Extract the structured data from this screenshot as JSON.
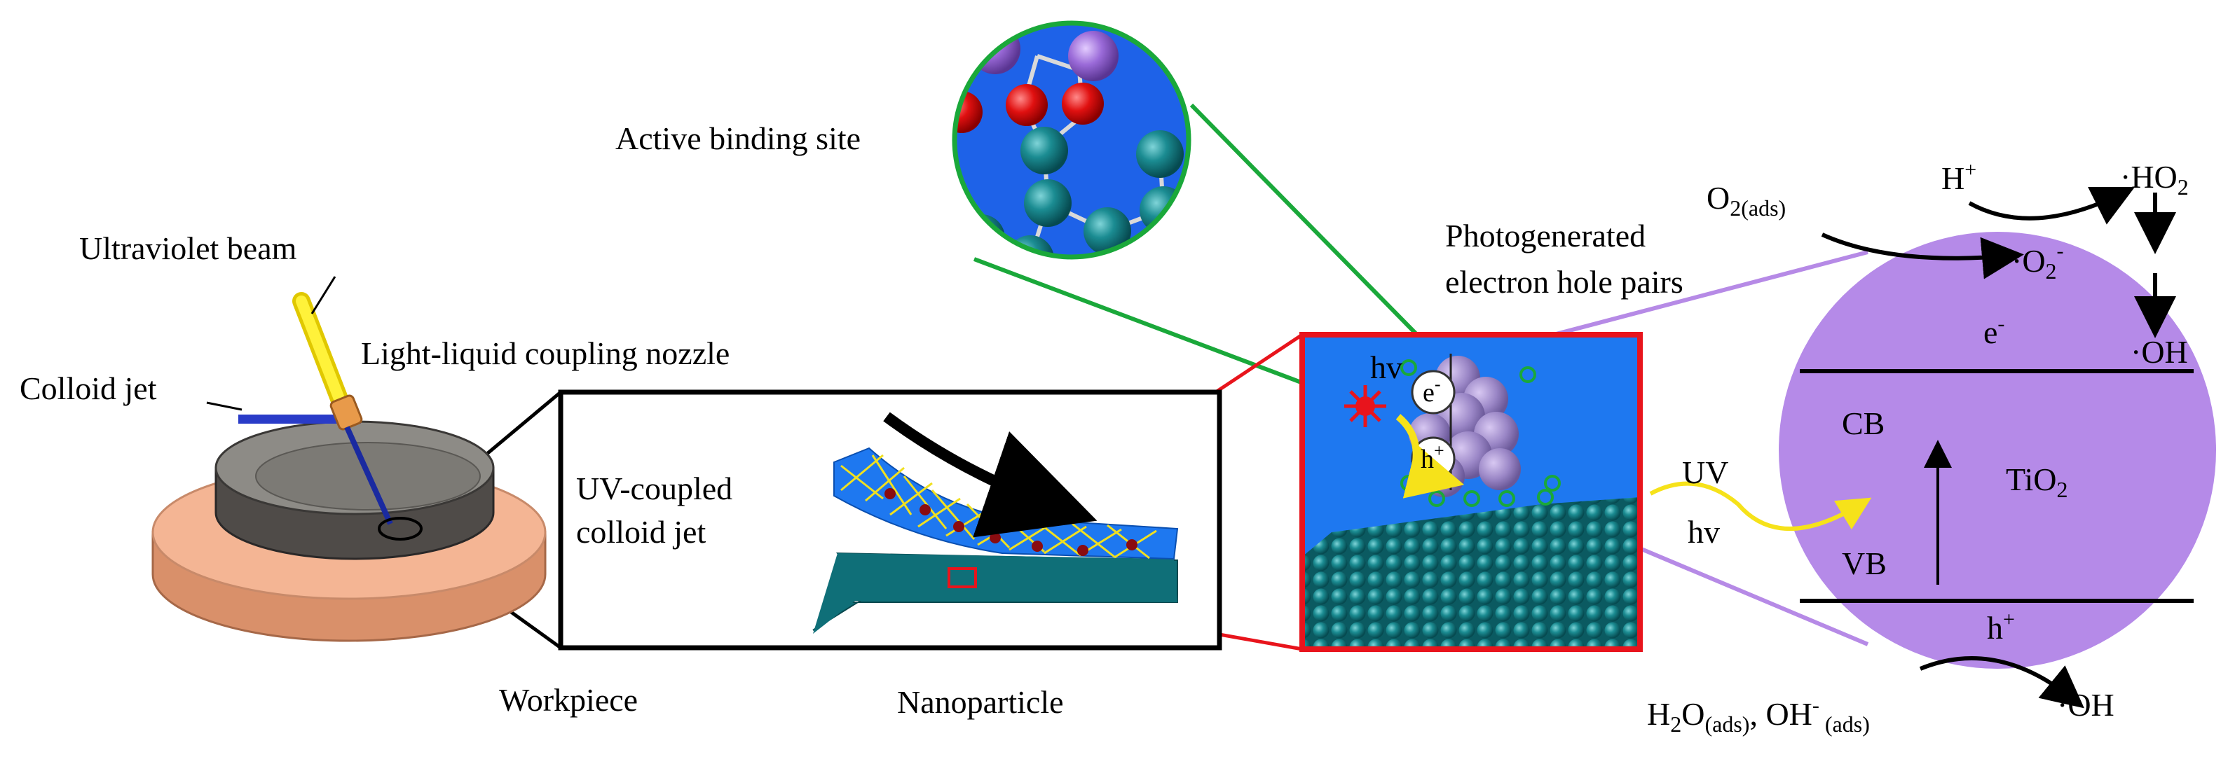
{
  "labels": {
    "ultraviolet_beam": "Ultraviolet beam",
    "light_liquid_nozzle": "Light-liquid coupling nozzle",
    "colloid_jet": "Colloid jet",
    "workpiece": "Workpiece",
    "uv_coupled_line1": "UV-coupled",
    "uv_coupled_line2": "colloid jet",
    "nanoparticle": "Nanoparticle",
    "active_binding_site": "Active binding site",
    "photogenerated_line1": "Photogenerated",
    "photogenerated_line2": "electron hole pairs",
    "hv_box": "hv",
    "electron": "e",
    "hole": "h",
    "uv": "UV",
    "hv_uv": "hv"
  },
  "tio2_sphere": {
    "e_label": "e",
    "cb": "CB",
    "vb": "VB",
    "tio2_main": "TiO",
    "tio2_sub": "2",
    "h_label": "h"
  },
  "reactions": {
    "o2_main": "O",
    "o2_sub": "2(ads)",
    "h_plus": "H",
    "ho2_main": "·HO",
    "ho2_sub": "2",
    "o2_radical_main": "·O",
    "o2_radical_sub": "2",
    "oh_top": "·OH",
    "h2o_main": "H",
    "h2o_sub": "2",
    "h2o_rest": "O",
    "h2o_ads": "(ads)",
    "oh_minus": ", OH",
    "oh_ads": " (ads)",
    "oh_bottom": "·OH",
    "sup_minus": "-",
    "sup_plus": "+"
  },
  "colors": {
    "border_red": "#e8141c",
    "green_line": "#1aa83a",
    "purple_line": "#b68ae6",
    "sphere_fill": "#b58ae8",
    "blue_bg": "#1e78f0",
    "teal": "#0f6f78",
    "disk": "#f4b594"
  }
}
